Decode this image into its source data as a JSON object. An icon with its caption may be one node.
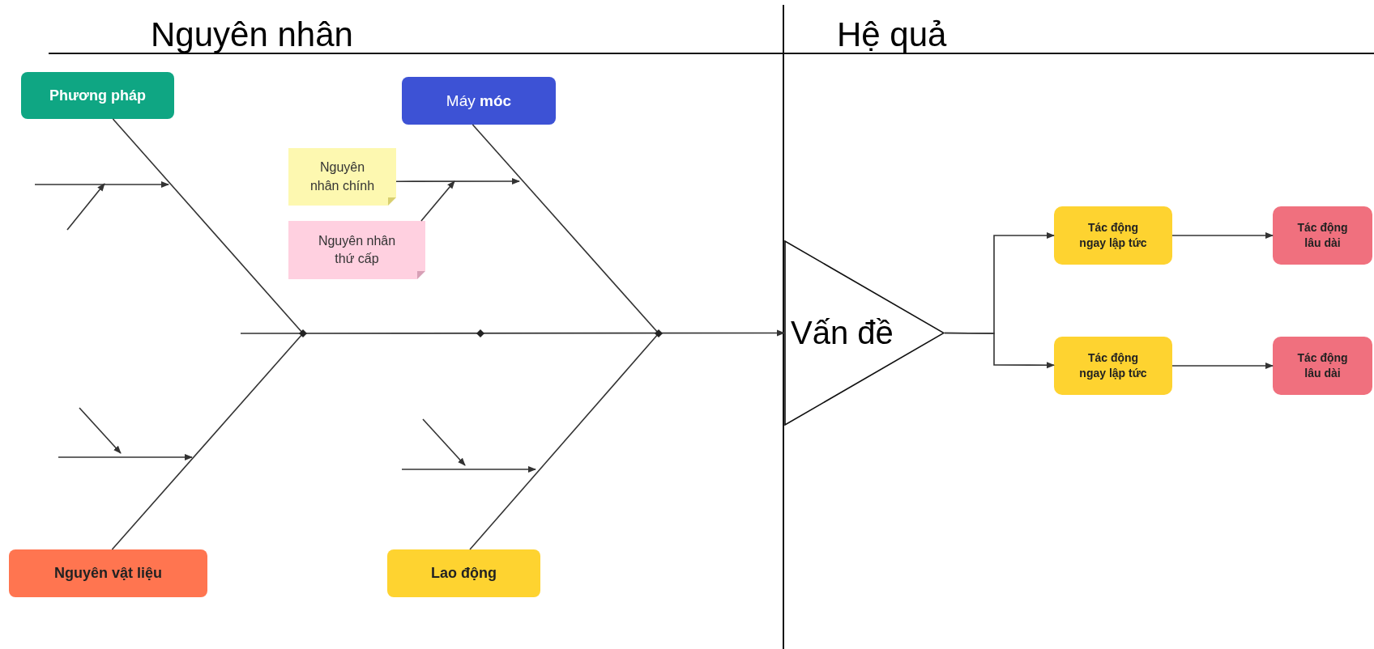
{
  "diagram": {
    "nodes": [
      {
        "text": [
          "Phương pháp"
        ]
      },
      {
        "text": [
          "Máy **móc**"
        ]
      },
      {
        "text": [
          "Nguyên nhân chính"
        ]
      },
      {
        "text": [
          "Nguyên nhân thứ cấp"
        ]
      },
      {
        "text": [
          "Nguyên vật liệu"
        ]
      },
      {
        "text": [
          "Lao động"
        ]
      },
      {
        "text": [
          "Vấn đề"
        ]
      },
      {
        "text": [
          "Tác động ngay lập tức"
        ]
      },
      {
        "text": [
          "Tác động lâu dài"
        ]
      },
      {
        "text": [
          "Tác động ngay lập tức"
        ]
      },
      {
        "text": [
          "Tác động lâu dài"
        ]
      }
    ],
    "edges": [
      {
        "from": 0,
        "to": null,
        "arrow": "none"
      },
      {
        "from": 1,
        "to": null,
        "arrow": "none"
      },
      {
        "from": 4,
        "to": null,
        "arrow": "none"
      },
      {
        "from": 5,
        "to": null,
        "arrow": "none"
      },
      {
        "from": null,
        "to": 6,
        "arrow": "to"
      },
      {
        "from": 2,
        "to": null,
        "arrow": "to"
      },
      {
        "from": 3,
        "to": null,
        "arrow": "to"
      },
      {
        "from": 6,
        "to": 7,
        "arrow": "to"
      },
      {
        "from": 6,
        "to": 9,
        "arrow": "to"
      },
      {
        "from": 7,
        "to": 8,
        "arrow": "to"
      },
      {
        "from": 9,
        "to": 10,
        "arrow": "to"
      }
    ],
    "labels": [
      "Nguyên nhân",
      "Hệ quả"
    ]
  }
}
